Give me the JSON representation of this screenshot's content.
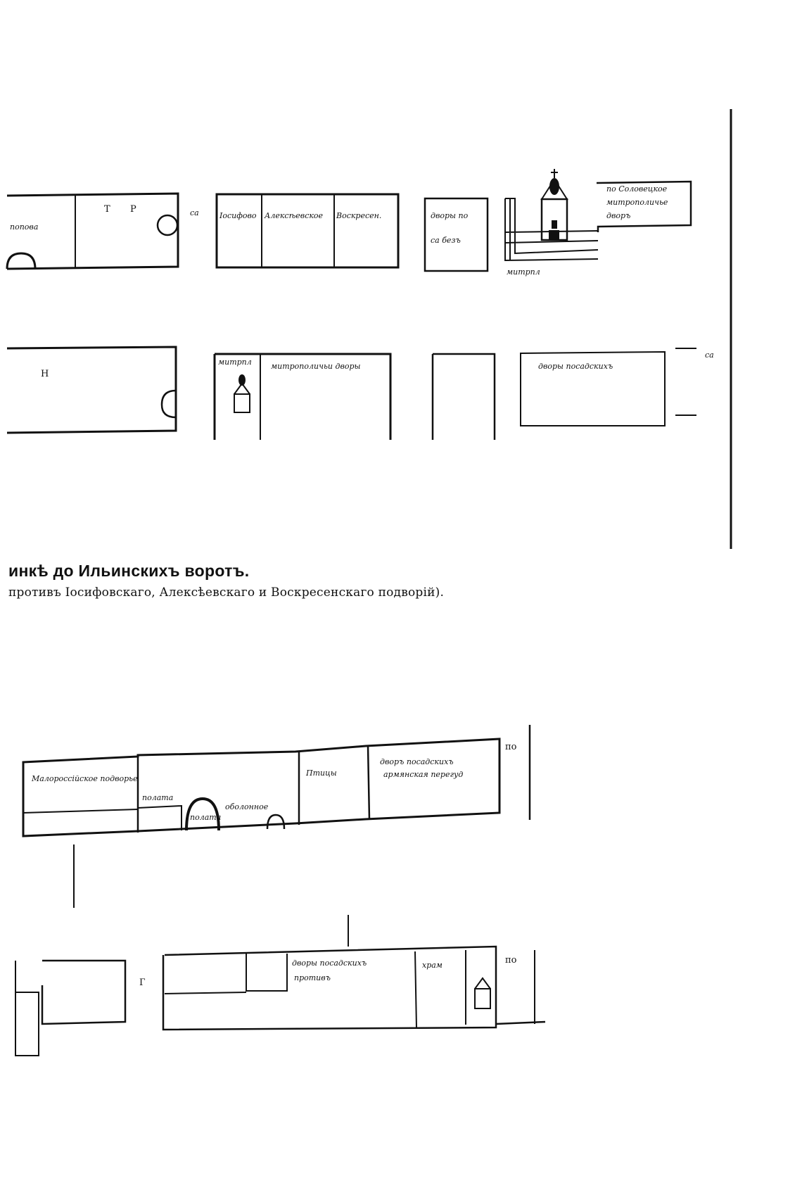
{
  "caption": {
    "title": "инкѣ до Ильинскихъ воротъ.",
    "subtitle": "противъ Іосифовскаго, Алексѣевскаго и Воскресенскаго подворій)."
  },
  "plan_top": {
    "labels": [
      "попова",
      "Т",
      "Р",
      "са",
      "Іосифово",
      "Алексѣевское",
      "Воскресен.",
      "дворы по",
      "са безъ",
      "по Соловецкое",
      "митрополичье",
      "дворъ",
      "митрпл",
      "Н",
      "митрпл",
      "митрополичьи дворы",
      "дворы посадскихъ",
      "са"
    ]
  },
  "plan_bottom": {
    "labels": [
      "Малороссійское подворье",
      "Птицы",
      "дворъ посадскихъ",
      "армянская перегуд",
      "полата",
      "полата",
      "оболонное",
      "по",
      "дворы посадскихъ",
      "противъ",
      "храм",
      "по",
      "Г"
    ]
  }
}
